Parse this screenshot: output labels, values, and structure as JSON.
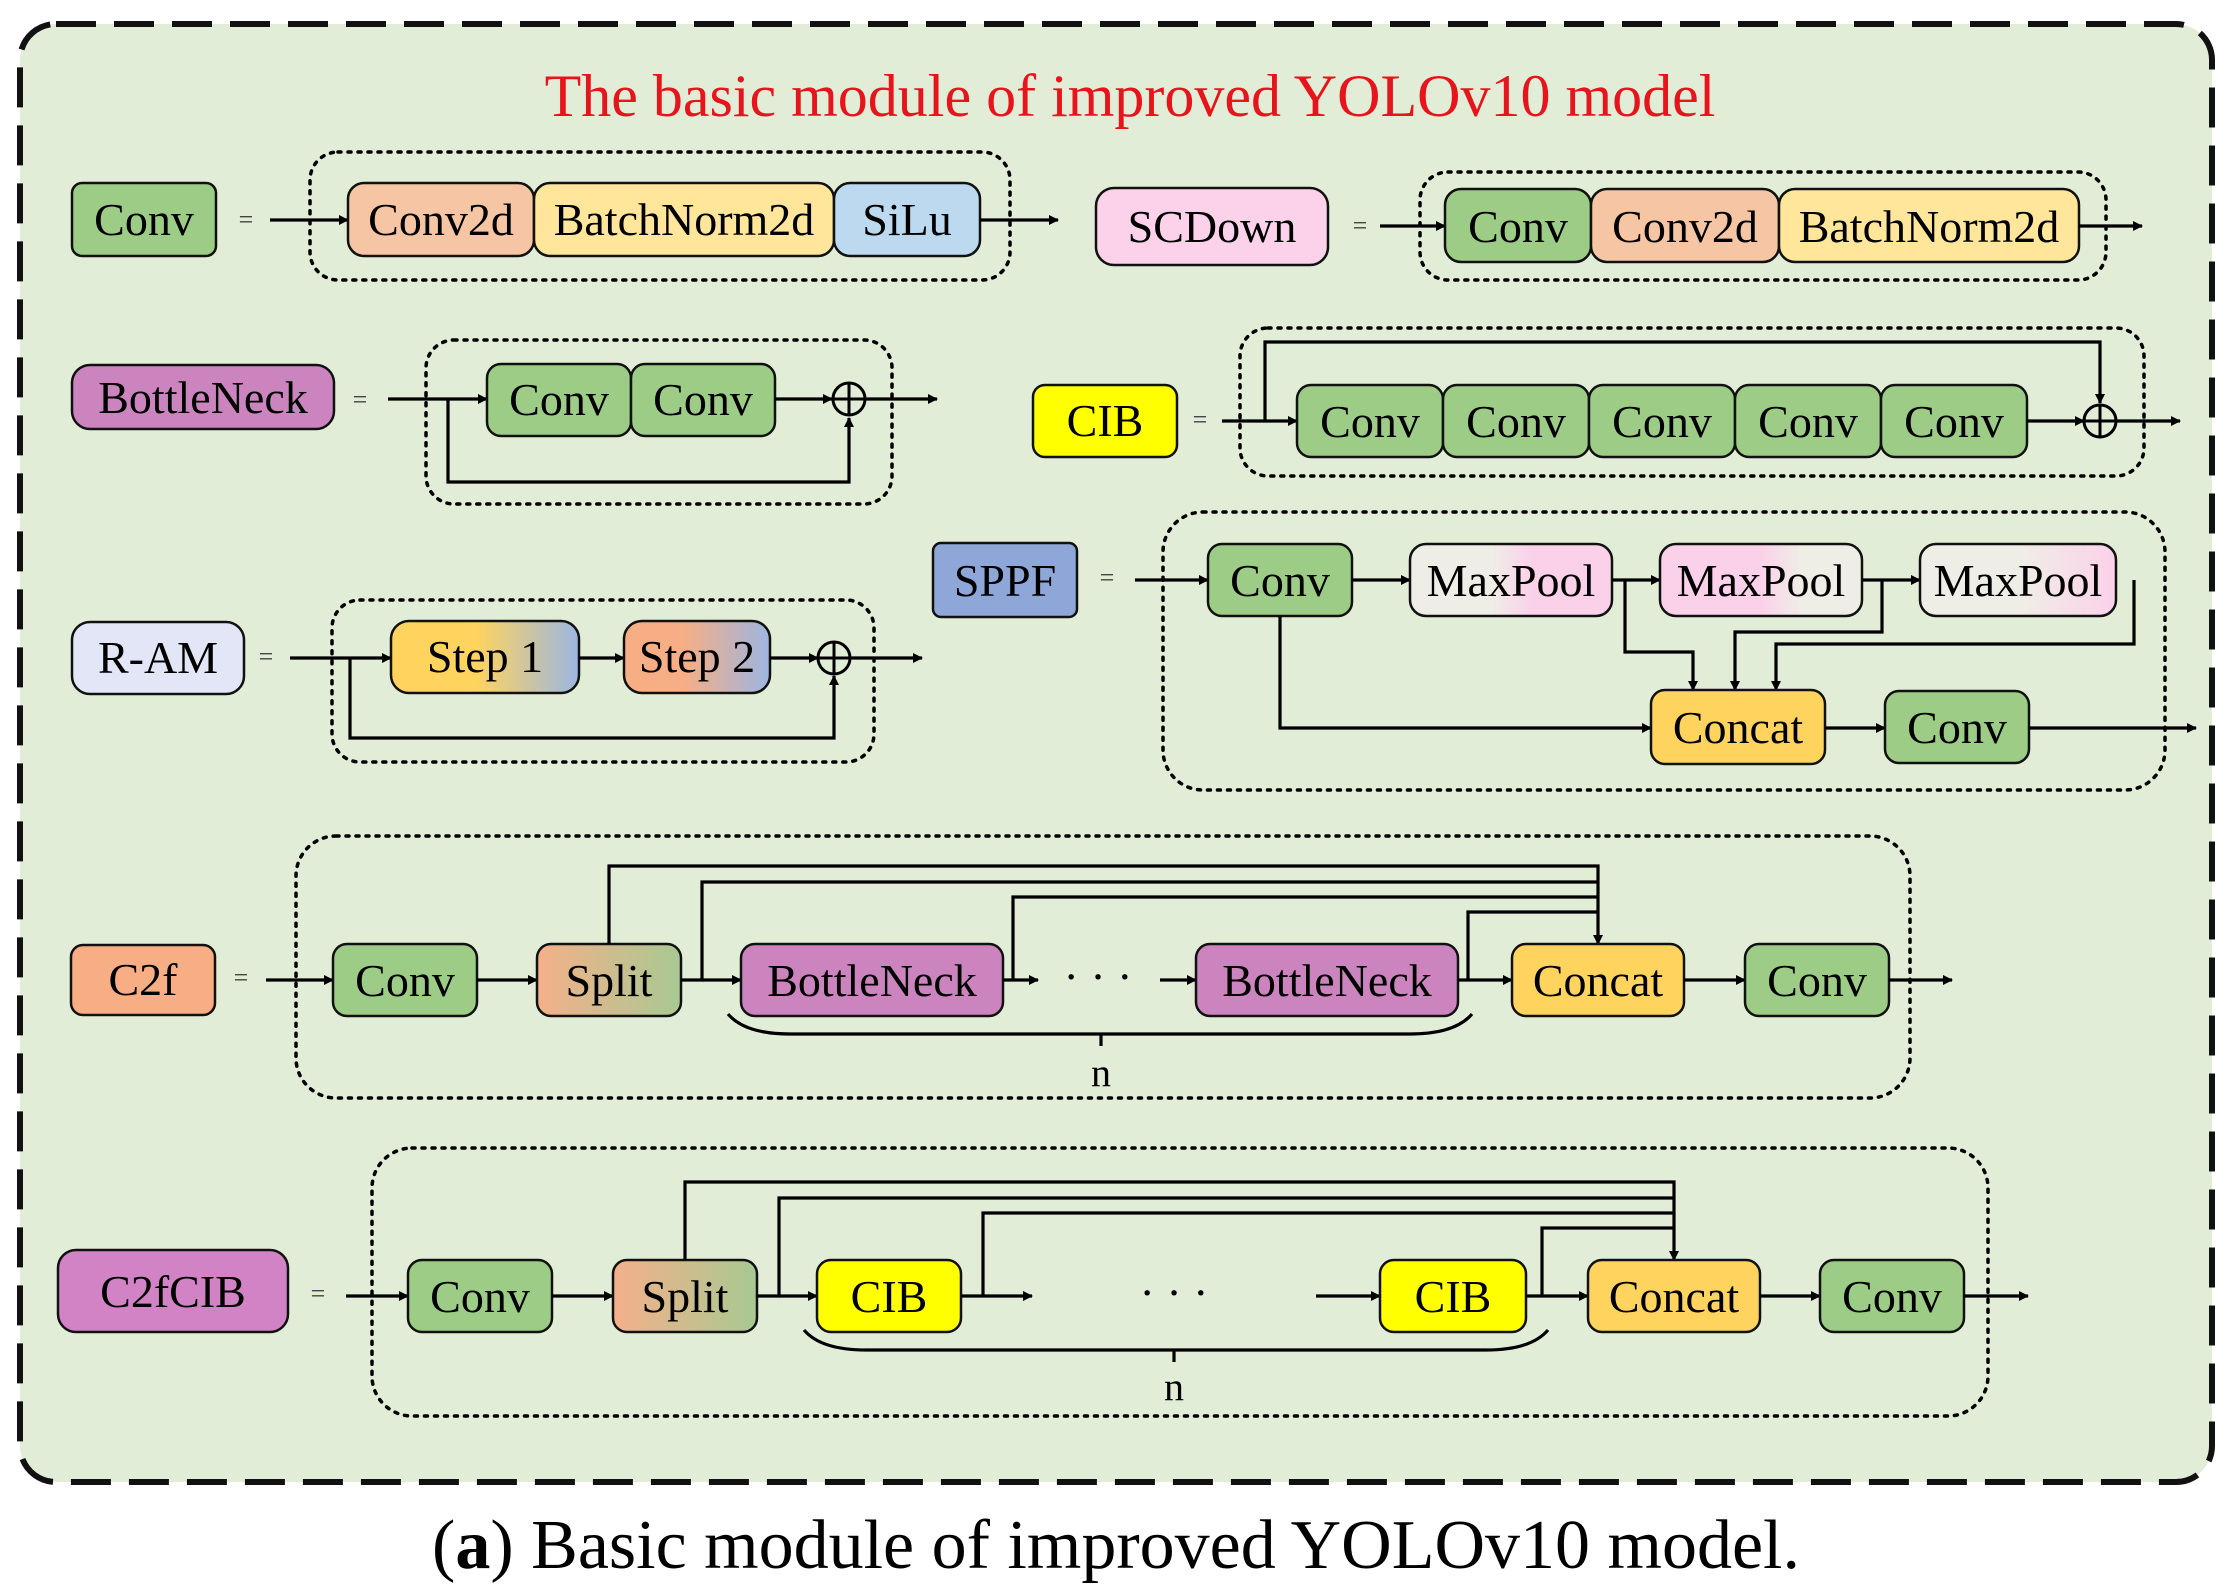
{
  "title": "The basic module of improved YOLOv10 model",
  "caption": {
    "bold": "a",
    "text": ") Basic module of improved YOLOv10 model."
  },
  "equals": "=",
  "n_label": "n",
  "ellipsis": "· · ·",
  "colors": {
    "panel_bg": "#e2edd8",
    "title": "#e8141b",
    "conv": "#9ccc86",
    "conv2d": "#f5c5a4",
    "batchnorm": "#ffe69a",
    "silu": "#bcd9f0",
    "scdown": "#fbd2ea",
    "bottleneck": "#cc84bf",
    "cib": "#ffff00",
    "ram": "#e3e6f6",
    "sppf": "#8fa7d8",
    "maxpool_a": "#fbd1ea",
    "maxpool_b": "#efeee6",
    "concat": "#ffd45e",
    "c2f": "#f7ae84",
    "c2fcib": "#d283c6",
    "step1_a": "#ffd45e",
    "step1_b": "#9cb6e2",
    "step2_a": "#f7ae84",
    "step2_b": "#9cb6e2",
    "split_a": "#f5b08a",
    "split_b": "#a8c992"
  },
  "modules": {
    "conv": {
      "name": "Conv",
      "parts": [
        "Conv2d",
        "BatchNorm2d",
        "SiLu"
      ]
    },
    "scdown": {
      "name": "SCDown",
      "parts": [
        "Conv",
        "Conv2d",
        "BatchNorm2d"
      ]
    },
    "bottleneck": {
      "name": "BottleNeck",
      "parts": [
        "Conv",
        "Conv"
      ]
    },
    "cib": {
      "name": "CIB",
      "parts": [
        "Conv",
        "Conv",
        "Conv",
        "Conv",
        "Conv"
      ]
    },
    "ram": {
      "name": "R-AM",
      "parts": [
        "Step 1",
        "Step 2"
      ]
    },
    "sppf": {
      "name": "SPPF",
      "conv_in": "Conv",
      "pools": [
        "MaxPool",
        "MaxPool",
        "MaxPool"
      ],
      "concat": "Concat",
      "conv_out": "Conv"
    },
    "c2f": {
      "name": "C2f",
      "conv_in": "Conv",
      "split": "Split",
      "blocks": [
        "BottleNeck",
        "BottleNeck"
      ],
      "concat": "Concat",
      "conv_out": "Conv"
    },
    "c2fcib": {
      "name": "C2fCIB",
      "conv_in": "Conv",
      "split": "Split",
      "blocks": [
        "CIB",
        "CIB"
      ],
      "concat": "Concat",
      "conv_out": "Conv"
    }
  }
}
